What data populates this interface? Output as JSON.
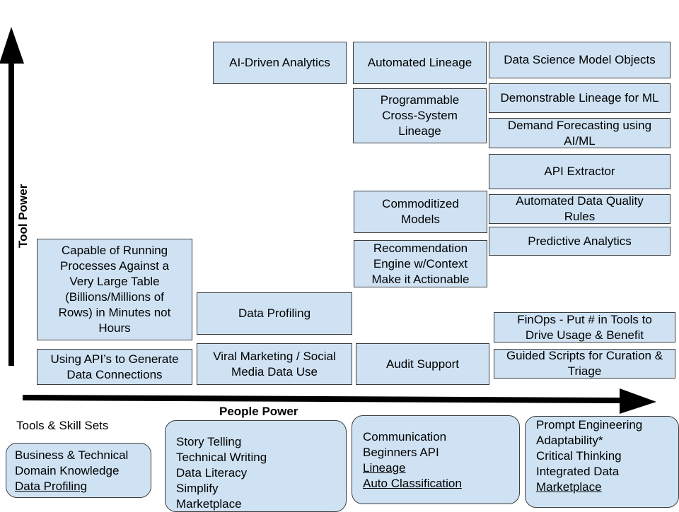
{
  "axes": {
    "y_label": "Tool Power",
    "x_label": "People Power"
  },
  "boxes": {
    "ai_driven_analytics": "AI-Driven Analytics",
    "automated_lineage": "Automated Lineage",
    "data_science_model_objects": "Data Science Model Objects",
    "programmable_cross_system_lineage": "Programmable Cross-System Lineage",
    "demonstrable_lineage_ml": "Demonstrable Lineage for ML",
    "demand_forecasting": "Demand Forecasting using AI/ML",
    "api_extractor": "API Extractor",
    "commoditized_models": "Commoditized Models",
    "automated_data_quality_rules": "Automated Data Quality Rules",
    "predictive_analytics": "Predictive Analytics",
    "recommendation_engine": "Recommendation Engine w/Context Make it Actionable",
    "large_table_processes": "Capable of Running Processes Against a Very Large Table (Billions/Millions of Rows) in Minutes not Hours",
    "data_profiling": "Data Profiling",
    "finops": "FinOps - Put # in Tools to Drive Usage & Benefit",
    "api_data_connections": "Using API’s to Generate Data Connections",
    "viral_marketing": "Viral Marketing / Social Media Data Use",
    "audit_support": "Audit Support",
    "guided_scripts": "Guided Scripts for Curation & Triage"
  },
  "tools_label": "Tools & Skill Sets",
  "skill_sets": [
    {
      "items": [
        "Business & Technical",
        "Domain Knowledge",
        "Data Profiling"
      ]
    },
    {
      "items": [
        "Story Telling",
        "Technical Writing",
        "Data Literacy",
        "Simplify",
        "Marketplace"
      ]
    },
    {
      "items": [
        "Communication",
        "Beginners API",
        "Lineage",
        "Auto Classification"
      ]
    },
    {
      "items": [
        "Prompt Engineering",
        "Adaptability*",
        "Critical Thinking",
        "Integrated Data",
        "Marketplace"
      ]
    }
  ],
  "colors": {
    "box_fill": "#cfe2f3",
    "box_border": "#3d3d3d",
    "arrow": "#000000"
  }
}
